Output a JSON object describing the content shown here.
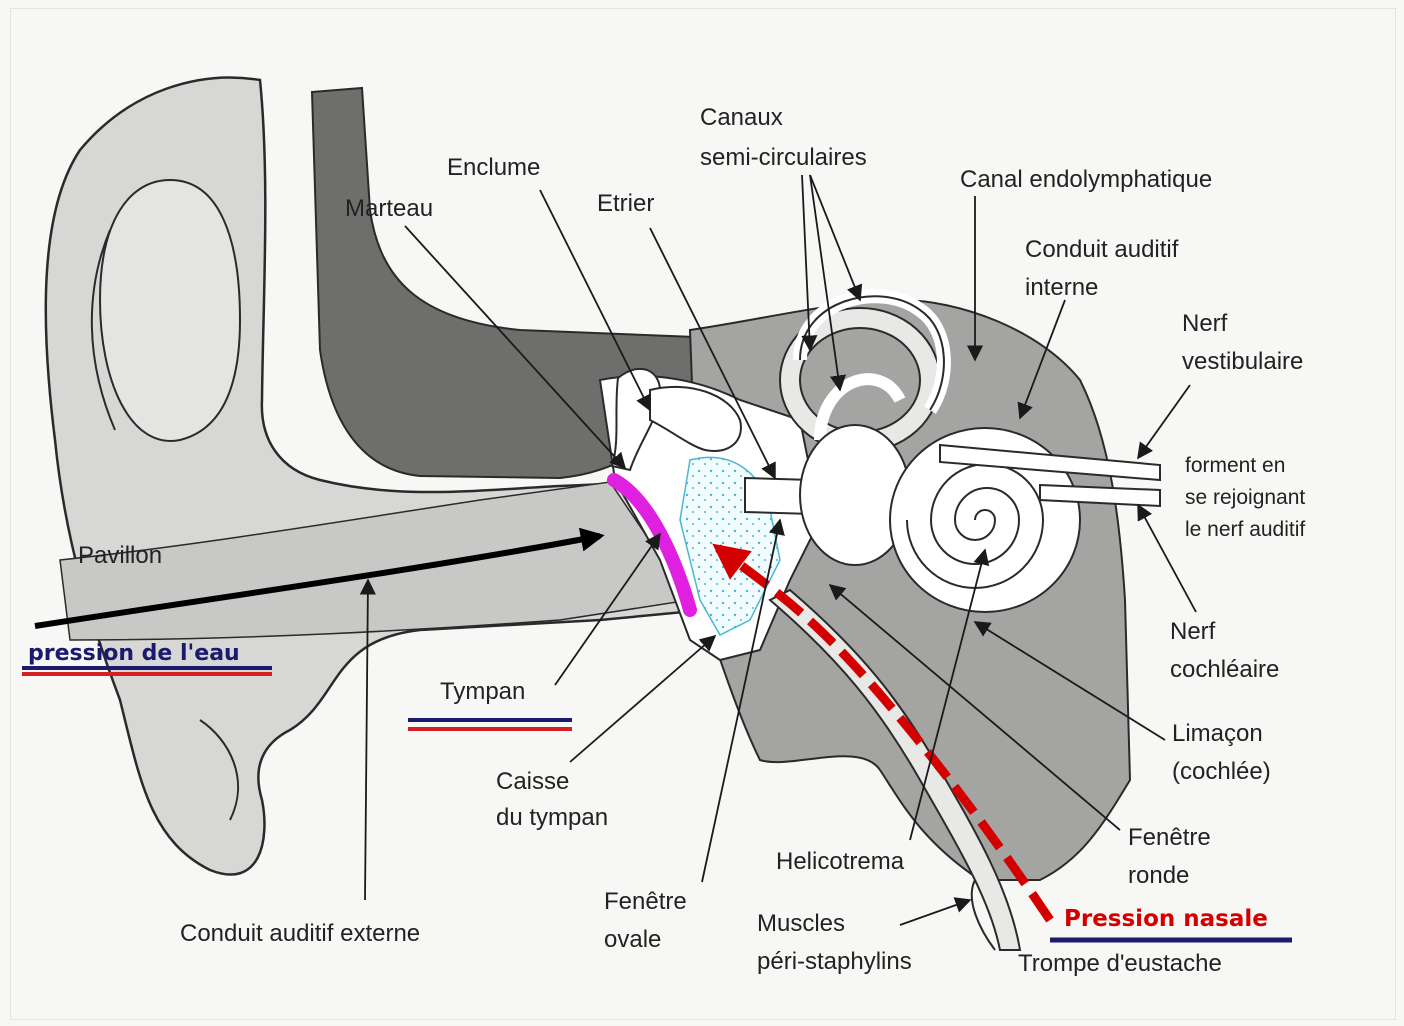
{
  "labels": {
    "pavillon": "Pavillon",
    "conduit_externe": "Conduit auditif externe",
    "marteau": "Marteau",
    "enclume": "Enclume",
    "etrier": "Etrier",
    "canaux_l1": "Canaux",
    "canaux_l2": "semi-circulaires",
    "canal_endo": "Canal endolymphatique",
    "conduit_interne_l1": "Conduit auditif",
    "conduit_interne_l2": "interne",
    "nerf_vest_l1": "Nerf",
    "nerf_vest_l2": "vestibulaire",
    "forment_l1": "forment en",
    "forment_l2": "se rejoignant",
    "forment_l3": "le nerf auditif",
    "nerf_coch_l1": "Nerf",
    "nerf_coch_l2": "cochléaire",
    "limacon_l1": "Limaçon",
    "limacon_l2": "(cochlée)",
    "fenetre_ronde_l1": "Fenêtre",
    "fenetre_ronde_l2": "ronde",
    "helicotrema": "Helicotrema",
    "muscles_l1": "Muscles",
    "muscles_l2": "péri-staphylins",
    "trompe": "Trompe d'eustache",
    "fenetre_ovale_l1": "Fenêtre",
    "fenetre_ovale_l2": "ovale",
    "caisse_l1": "Caisse",
    "caisse_l2": "du tympan",
    "tympan": "Tympan"
  },
  "highlights": {
    "pression_eau": "pression de l'eau",
    "pression_nasale": "Pression nasale"
  },
  "colors": {
    "background": "#f7f7f5",
    "light_tissue": "#d7d7d5",
    "mid_tissue": "#a4a4a2",
    "dark_tissue": "#6e6e6c",
    "outline": "#2a2a2a",
    "eardrum": "#e020e0",
    "water_arrow": "#000000",
    "nasal_arrow": "#d40000",
    "underline_blue": "#1a1a6e",
    "underline_red": "#d42020",
    "fluid_dots": "#4ab8d0"
  }
}
